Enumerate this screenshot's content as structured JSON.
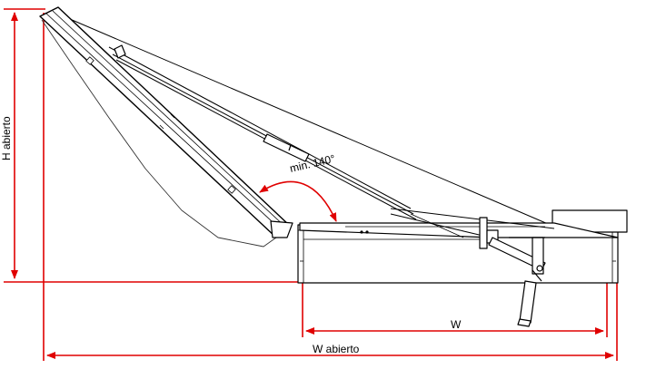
{
  "labels": {
    "h_abierto": "H abierto",
    "angle": "min. 140°",
    "w": "W",
    "w_abierto": "W abierto"
  },
  "colors": {
    "dimension": "#e00000",
    "drawing": "#000000",
    "light_line": "#555555"
  }
}
